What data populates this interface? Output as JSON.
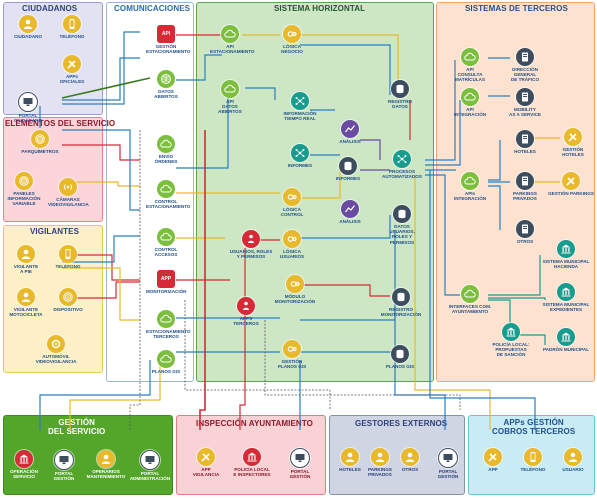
{
  "zones": {
    "ciudadanos": "CIUDADANOS",
    "comunicaciones": "COMUNICACIONES",
    "horizontal": "SISTEMA HORIZONTAL",
    "terceros": "SISTEMAS DE TERCEROS",
    "elementos": "ELEMENTOS DEL SERVICIO",
    "vigilantes": "VIGILANTES",
    "gestion": "GESTIÓN\nDEL SERVICIO",
    "inspeccion": "INSPECCIÓN AYUNTAMIENTO",
    "externos": "GESTORES EXTERNOS",
    "apps": "APPs GESTIÓN\nCOBROS TERCEROS"
  },
  "nodes": {
    "ciudadano": "CIUDADANO",
    "telefono1": "TELÉFONO",
    "apps_oficiales": "APPs\nOFICIALES",
    "portal_ciudadano": "PORTAL\nCIUDADANO",
    "parquimetros": "PARQUÍMETROS",
    "paneles": "PANELES\nINFORMACIÓN\nVARIABLE",
    "camaras": "CÁMARAS\nVIDEOVIGILANCIA",
    "vig_pie": "VIGILANTE\nA PIE",
    "telefono2": "TELÉFONO",
    "vig_moto": "VIGILANTE\nMOTOCICLETA",
    "dispositivo": "DISPOSITIVO",
    "automovil": "AUTOMÓVIL VIDEOVIGILANCIA",
    "gestion_est": "GESTIÓN\nESTACIONAMIENTO",
    "datos_abiertos_c": "DATOS\nABIERTOS",
    "envio_ordenes": "ENVÍO\nÓRDENES",
    "control_est": "CONTROL\nESTACIONAMIENTO",
    "control_acc": "CONTROL\nACCESOS",
    "monitorizacion_c": "MONITORIZACIÓN",
    "est_terceros": "ESTACIONAMIENTO\nTERCEROS",
    "planos_gis_c": "PLANOS GIS",
    "api_est": "API\nESTACIONAMIENTO",
    "logica_negocio": "LÓGICA\nNEGOCIO",
    "registro_datos": "REGISTRO\nDATOS",
    "api_datos": "API\nDATOS\nABIERTOS",
    "info_tiempo": "INFORMACIÓN\nTIEMPO REAL",
    "analisis1": "ANÁLISIS",
    "informes1": "INFORMES",
    "informes2": "INFORMES",
    "procesos": "PROCESOS\nAUTOMATIZADOS",
    "logica_control": "LÓGICA\nCONTROL",
    "analisis2": "ANÁLISIS",
    "datos_usuarios": "DATOS\nUSUARIOS,\nROLES Y\nPERMISOS",
    "usuarios_roles": "USUARIOS, ROLES\nY PERMISOS",
    "logica_usuarios": "LÓGICA\nUSUARIOS",
    "apps_terceros": "APPS\nTERCEROS",
    "modulo_monit": "MÓDULO\nMONITORIZACIÓN",
    "registro_monit": "REGISTRO\nMONITORIZACIÓN",
    "gestion_planos": "GESTIÓN\nPLANOS GIS",
    "planos_gis_h": "PLANOS GIS",
    "api_matriculas": "API\nCONSULTA\nMATRÍCULAS",
    "dgt": "DIRECCIÓN\nGENERAL\nDE TRÁFICO",
    "api_integracion": "API\nINTEGRACIÓN",
    "mobility": "MOBILITY\nAS A SERVICE",
    "hoteles": "HOTELES",
    "gestion_hoteles": "GESTIÓN\nHOTELES",
    "apis_integracion": "APIs\nINTEGRACIÓN",
    "parkings": "PARKINGS\nPRIVADOS",
    "gestion_parkings": "GESTIÓN PARKINGS",
    "otros1": "OTROS",
    "interfaces": "INTERFACES COM.\nAYUNTAMIENTO",
    "hacienda": "SISTEMA MUNICIPAL\nHACIENDA",
    "expedientes": "SISTEMA MUNICIPAL\nEXPEDIENTES",
    "policia_local": "POLICÍA LOCAL:\nPROPUESTAS\nDE SANCIÓN",
    "padron": "PADRÓN MUNICIPAL",
    "g_operacion": "OPERACIÓN\nSERVICIO",
    "g_portal": "PORTAL\nGESTIÓN",
    "g_operarios": "OPERARIOS\nMANTENIMIENTO",
    "g_administracion": "PORTAL\nADMINISTRACIÓN",
    "i_app": "APP\nVIGILANCIA",
    "i_policia": "POLICÍA LOCAL\nE INSPECTORES",
    "i_portal": "PORTAL\nGESTIÓN",
    "e_hoteles": "HOTELES",
    "e_parkings": "PARKINGS\nPRIVADOS",
    "e_otros": "OTROS",
    "e_portal": "PORTAL\nGESTIÓN",
    "a_app": "APP",
    "a_telefono": "TELÉFONO",
    "a_usuario": "USUARIO"
  },
  "badges": {
    "api": "API",
    "app": "APP"
  },
  "colors": {
    "green": "#7cbf3f",
    "yellow": "#e9b92c",
    "teal": "#189c8e",
    "red": "#d62a37",
    "purple": "#6b4aa1",
    "dark": "#3d4d5e",
    "blue": "#2a7fc1"
  }
}
